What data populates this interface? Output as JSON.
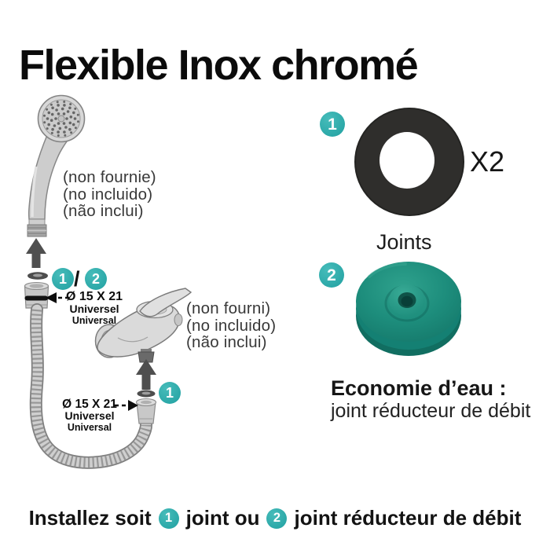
{
  "colors": {
    "accent": "#2aa7a7",
    "accent_light": "#46bcba",
    "reducer_green": "#1d8d7c",
    "reducer_green_dark": "#116e61",
    "washer_black": "#2f2e2c",
    "text": "#131313"
  },
  "title": "Flexible Inox chromé",
  "shower": {
    "notes": [
      "(non fournie)",
      "(no incluido)",
      "(não inclui)"
    ],
    "badge_1": "1",
    "badge_separator": "/",
    "badge_2": "2",
    "diameter": "Ø 15 X 21",
    "universel": "Universel",
    "universal": "Universal"
  },
  "faucet": {
    "notes": [
      "(non fourni)",
      "(no incluido)",
      "(não inclui)"
    ],
    "badge_1": "1",
    "diameter": "Ø 15 X 21",
    "universel": "Universel",
    "universal": "Universal"
  },
  "joints": {
    "badge_1": "1",
    "quantity": "X2",
    "label": "Joints",
    "badge_2": "2",
    "eco_title": "Economie d’eau :",
    "eco_subtitle": "joint réducteur de débit"
  },
  "footer": {
    "text_start": "Installez soit",
    "badge_1": "1",
    "text_middle": "joint ou",
    "badge_2": "2",
    "text_end": "joint réducteur de débit"
  }
}
